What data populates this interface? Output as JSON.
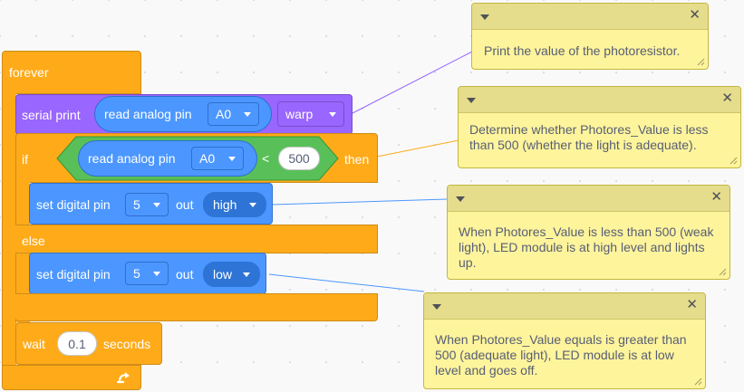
{
  "blocks": {
    "forever_label": "forever",
    "serial_print_label": "serial print",
    "read_analog_label": "read analog pin",
    "pin_a0": "A0",
    "warp_label": "warp",
    "if_label": "if",
    "then_label": "then",
    "lt_symbol": "<",
    "threshold": "500",
    "set_digital_label": "set digital pin",
    "pin_5": "5",
    "out_label": "out",
    "high_label": "high",
    "else_label": "else",
    "low_label": "low",
    "wait_label": "wait",
    "wait_value": "0.1",
    "seconds_label": "seconds",
    "loop_arrow_icon": "rotate-arrow-icon"
  },
  "comments": [
    {
      "text": "Print the value of the photoresistor."
    },
    {
      "text": "Determine whether Photores_Value is less than 500 (whether the light is adequate)."
    },
    {
      "text": "When Photores_Value is less than 500 (weak light), LED module is at high level and lights up."
    },
    {
      "text": "When Photores_Value equals is greater than 500 (adequate light), LED module is at low level and goes off."
    }
  ],
  "colors": {
    "control": "#ffab19",
    "serial": "#9966ff",
    "pins": "#4c97ff",
    "operators": "#59c059",
    "comment": "#fef49c",
    "link_purple": "#9966ff",
    "link_orange": "#ffab19",
    "link_blue": "#4c97ff"
  }
}
